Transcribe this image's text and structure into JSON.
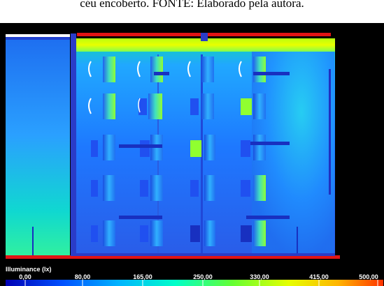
{
  "caption": "céu encoberto. FONTE: Elaborado pela autora.",
  "legend": {
    "title": "Illuminance (lx)",
    "ticks": [
      "0,00",
      "80,00",
      "165,00",
      "250,00",
      "330,00",
      "415,00",
      "500,00"
    ],
    "tick_values": [
      0,
      80,
      165,
      250,
      330,
      415,
      500
    ],
    "range": [
      0,
      500
    ],
    "colors": [
      "#0000b4",
      "#0050ff",
      "#00b4ff",
      "#00ffc8",
      "#64ff32",
      "#e6ff00",
      "#ffb400",
      "#ff3200"
    ]
  },
  "colors": {
    "background": "#000000",
    "walls": "#2a3cc8",
    "structure_border": "#e11414",
    "floor_base": "#1e78ff",
    "window_band": "#e6ff00"
  }
}
